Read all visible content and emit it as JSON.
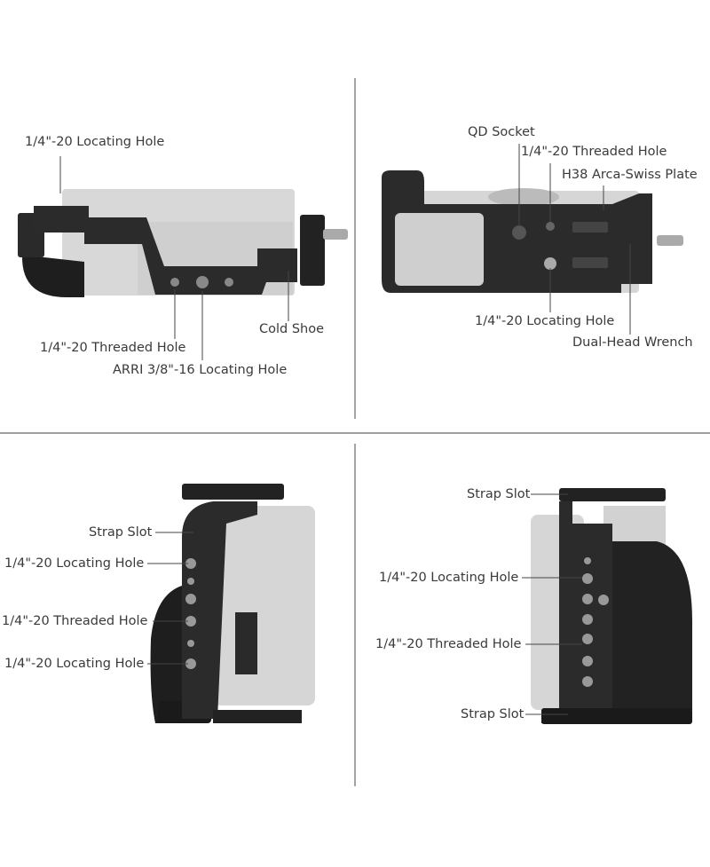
{
  "panels": {
    "top_left": {
      "labels": [
        "1/4\"-20 Locating Hole",
        "1/4\"-20 Threaded Hole",
        "ARRI 3/8\"-16 Locating Hole",
        "Cold Shoe"
      ]
    },
    "top_right": {
      "labels": [
        "QD Socket",
        "1/4\"-20 Threaded Hole",
        "H38 Arca-Swiss Plate",
        "1/4\"-20 Locating Hole",
        "Dual-Head Wrench"
      ]
    },
    "bottom_left": {
      "labels": [
        "Strap Slot",
        "1/4\"-20 Locating Hole",
        "1/4\"-20 Threaded Hole",
        "1/4\"-20 Locating Hole"
      ]
    },
    "bottom_right": {
      "labels": [
        "Strap Slot",
        "1/4\"-20 Locating Hole",
        "1/4\"-20 Threaded Hole",
        "Strap Slot"
      ]
    }
  },
  "colors": {
    "cage": "#2b2b2b",
    "camera": "#d4d4d4",
    "divider": "#555555",
    "leader": "#444444"
  }
}
